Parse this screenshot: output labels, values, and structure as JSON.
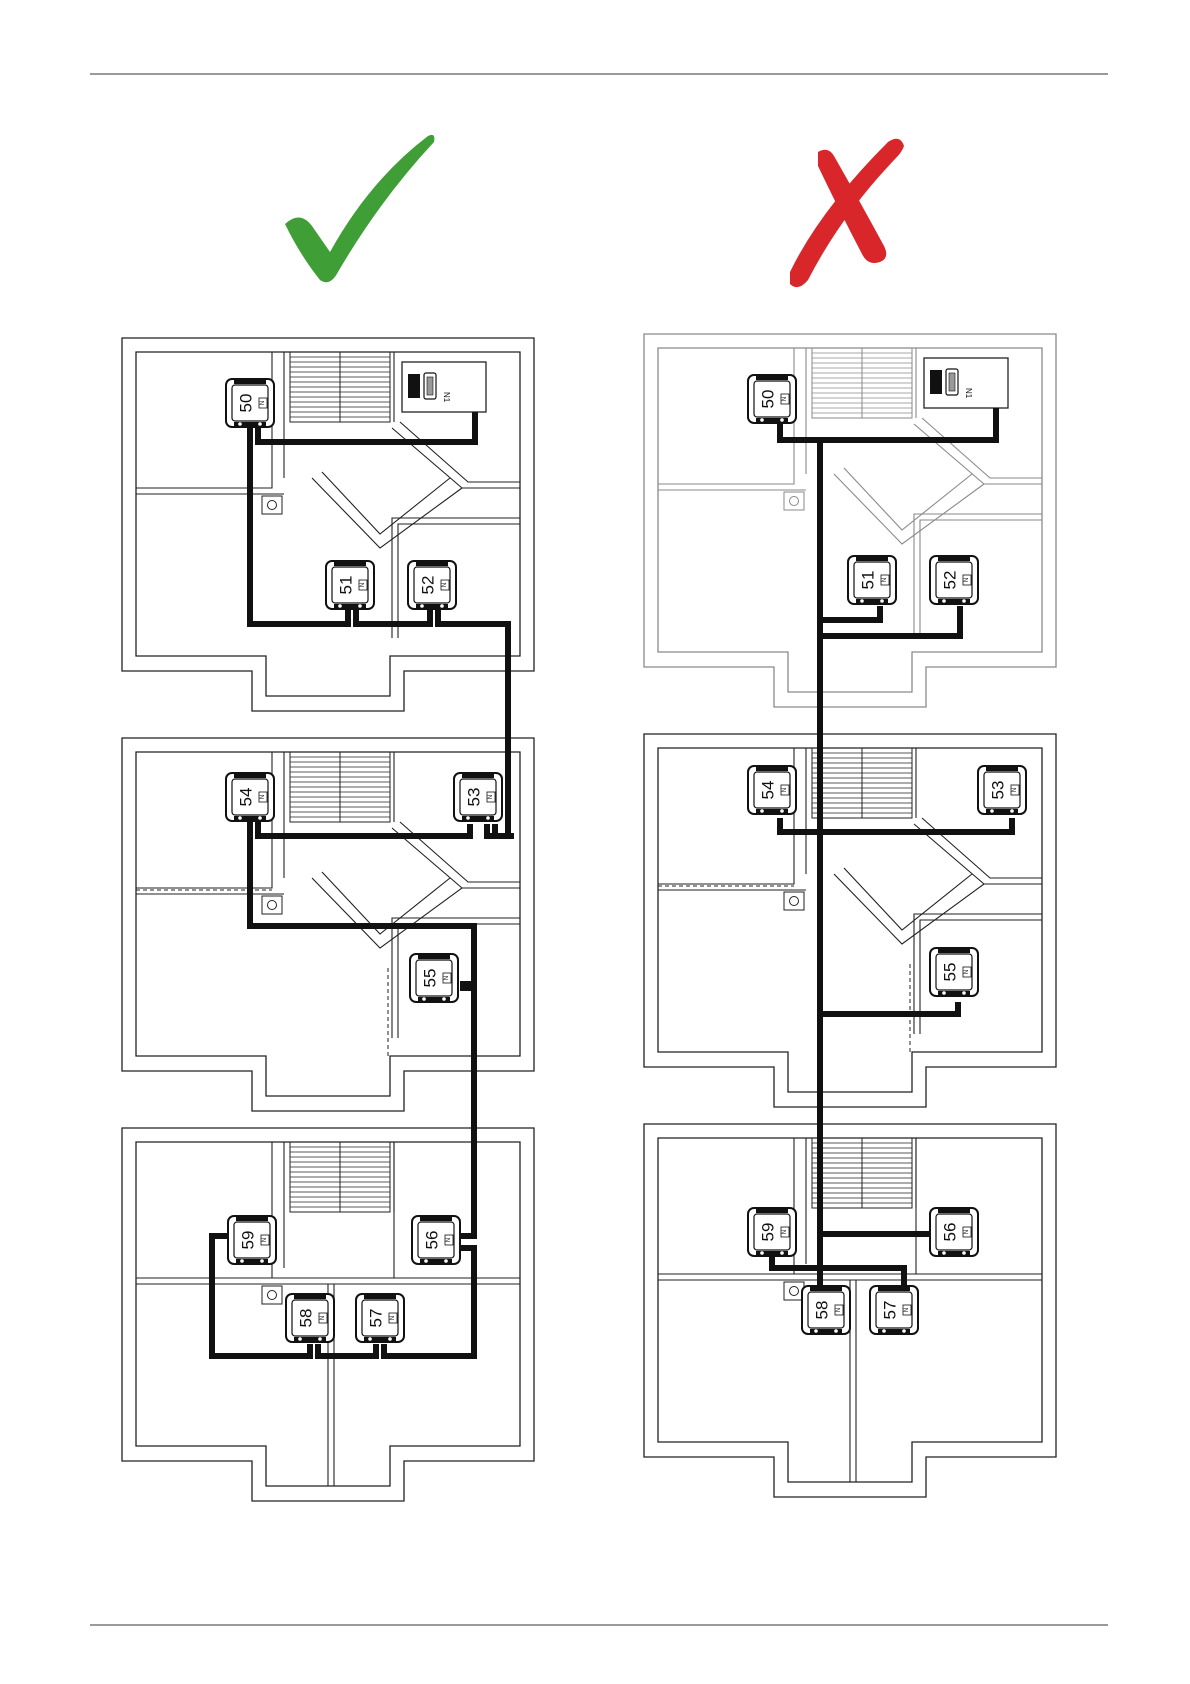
{
  "marks": {
    "correct": {
      "name": "check-mark-icon",
      "color": "#3f9e36"
    },
    "incorrect": {
      "name": "cross-mark-icon",
      "color": "#d8262a"
    }
  },
  "unit_tag": "N",
  "controller": {
    "label": "N1"
  },
  "good_layout": {
    "floors": [
      {
        "units": [
          "50",
          "51",
          "52"
        ]
      },
      {
        "units": [
          "54",
          "53",
          "55"
        ]
      },
      {
        "units": [
          "59",
          "56",
          "58",
          "57"
        ]
      }
    ]
  },
  "bad_layout": {
    "floors": [
      {
        "units": [
          "50",
          "51",
          "52"
        ]
      },
      {
        "units": [
          "54",
          "53",
          "55"
        ]
      },
      {
        "units": [
          "59",
          "56",
          "58",
          "57"
        ]
      }
    ]
  },
  "colors": {
    "cable": "#111111",
    "walls": "#222222",
    "walls_faded": "#8a8a8a",
    "rule": "#9a9a9a"
  }
}
